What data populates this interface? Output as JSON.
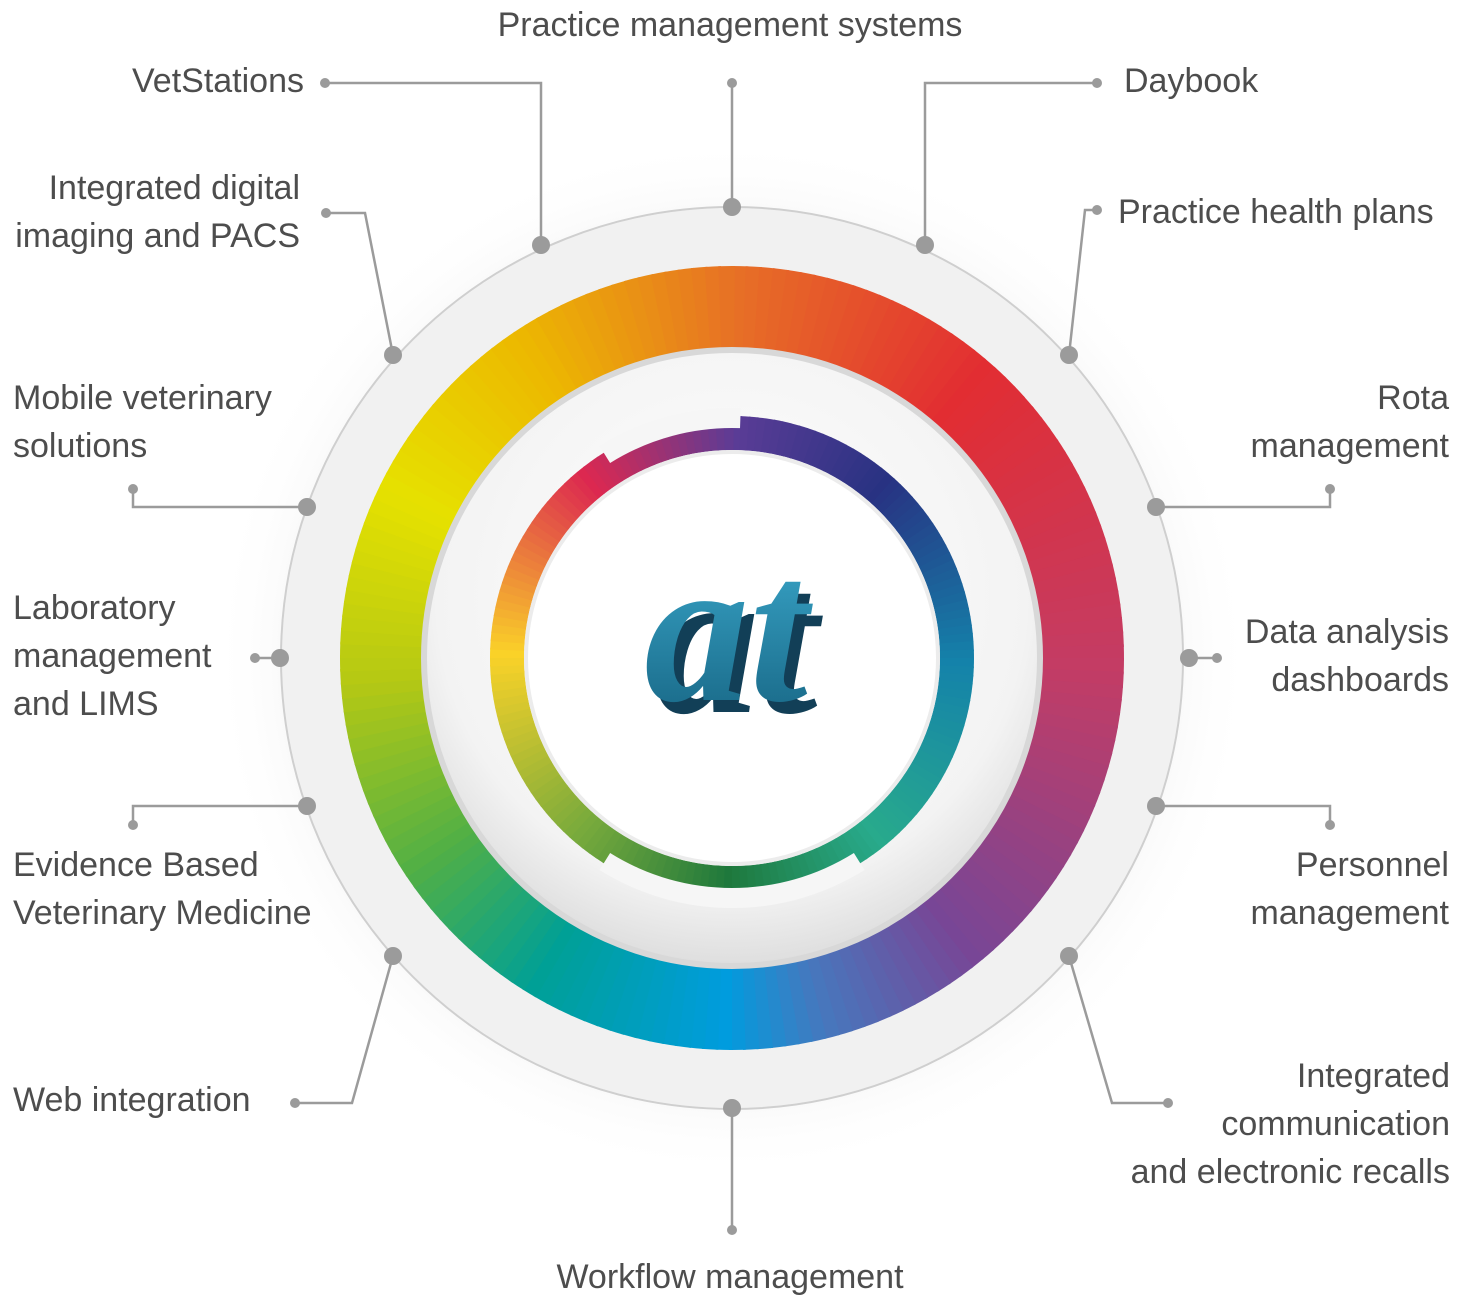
{
  "diagram": {
    "logo_text": "at",
    "items": {
      "practice_management": [
        "Practice management systems"
      ],
      "vetstations": [
        "VetStations"
      ],
      "daybook": [
        "Daybook"
      ],
      "imaging": [
        "Integrated digital",
        "imaging and PACS"
      ],
      "health_plans": [
        "Practice health plans"
      ],
      "mobile": [
        "Mobile veterinary",
        "solutions"
      ],
      "rota": [
        "Rota",
        "management"
      ],
      "laboratory": [
        "Laboratory",
        "management",
        "and LIMS"
      ],
      "data_analysis": [
        "Data analysis",
        "dashboards"
      ],
      "evidence": [
        "Evidence Based",
        "Veterinary Medicine"
      ],
      "personnel": [
        "Personnel",
        "management"
      ],
      "web": [
        "Web integration"
      ],
      "communication": [
        "Integrated",
        "communication",
        "and electronic recalls"
      ],
      "workflow": [
        "Workflow management"
      ]
    },
    "colors": {
      "connector": "#9b9b9b",
      "ring_outline": "#cfcfcf",
      "text": "#4d4d4d",
      "logo": "#1f87a8"
    }
  }
}
